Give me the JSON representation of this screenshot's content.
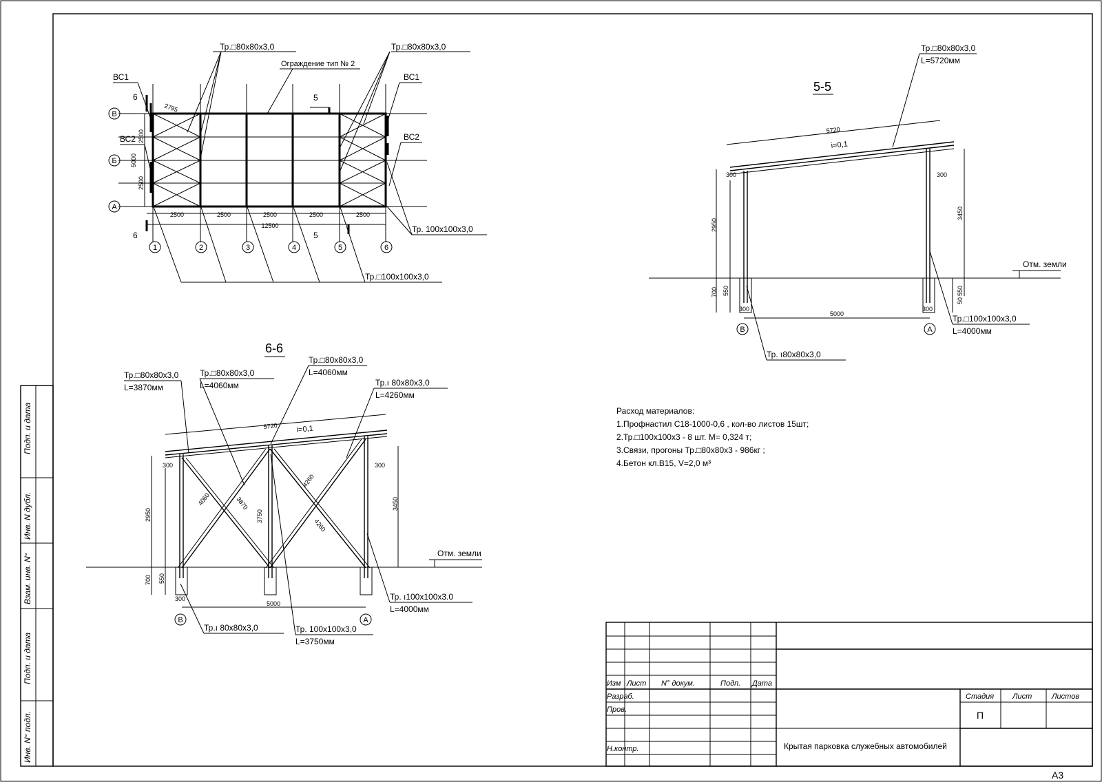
{
  "plan": {
    "axes_rows": [
      "В",
      "Б",
      "А"
    ],
    "axes_cols": [
      "1",
      "2",
      "3",
      "4",
      "5",
      "6"
    ],
    "row_dims": [
      "2500",
      "5000",
      "2500"
    ],
    "col_dims": [
      "2500",
      "2500",
      "2500",
      "2500",
      "2500"
    ],
    "total_dim": "12500",
    "diag_dim": "2795",
    "labels": {
      "tube_80_left": "Тр.□80х80х3,0",
      "tube_80_right": "Тр.□80х80х3,0",
      "fence": "Ограждение тип № 2",
      "vs1_left": "ВС1",
      "vs1_right": "ВС1",
      "vs2_left": "ВС2",
      "vs2_right": "ВС2",
      "tube_100_right": "Тр.  100х100х3,0",
      "tube_100_bottom": "Тр.□100х100х3,0"
    },
    "section_marks": {
      "s6_top": "6",
      "s6_bottom": "6",
      "s5_top": "5",
      "s5_bottom": "5"
    }
  },
  "section55": {
    "title": "5-5",
    "tube_top": "Тр.□80х80х3,0",
    "tube_top_len": "L=5720мм",
    "span_len": "5720",
    "slope": "i=0,1",
    "dim_300_left": "300",
    "dim_300_right": "300",
    "dim_2950": "2950",
    "dim_3450": "3450",
    "dim_700": "700",
    "dim_550_left": "550",
    "dim_550_right": "550",
    "dim_50": "50",
    "dim_300_base_left": "300",
    "dim_300_base_right": "300",
    "dim_5000": "5000",
    "ground": "Отм. земли",
    "axis_left": "В",
    "axis_right": "А",
    "tube_col": "Тр.□100х100х3,0",
    "tube_col_len": "L=4000мм",
    "tube_brace": "Тр. ı80х80х3,0"
  },
  "section66": {
    "title": "6-6",
    "tube_a": "Тр.□80х80х3,0",
    "tube_a_len": "L=3870мм",
    "tube_b": "Тр.□80х80х3,0",
    "tube_b_len": "L=4060мм",
    "tube_c": "Тр.□80х80х3,0",
    "tube_c_len": "L=4060мм",
    "tube_d": "Тр.ı 80х80х3,0",
    "tube_d_len": "L=4260мм",
    "span_len": "5720",
    "slope": "i=0,1",
    "dim_300_left": "300",
    "dim_300_right": "300",
    "dim_2950": "2950",
    "dim_3450": "3450",
    "dim_3750": "3750",
    "dim_4060": "4060",
    "dim_3870": "3870",
    "dim_4260": "4260",
    "dim_4260b": "4260",
    "dim_700": "700",
    "dim_550": "550",
    "dim_300_base": "300",
    "dim_5000": "5000",
    "ground": "Отм. земли",
    "axis_left": "В",
    "axis_right": "А",
    "tube_col_right": "Тр. ı100х100х3.0",
    "tube_col_right_len": "L=4000мм",
    "tube_bottom_left": "Тр.ı 80х80х3,0",
    "tube_bottom_mid": "Тр.  100х100х3,0",
    "tube_bottom_mid_len": "L=3750мм"
  },
  "materials": {
    "title": "Расход материалов:",
    "items": [
      "1.Профнастил С18-1000-0,6 , кол-во листов 15шт;",
      "2.Тр.□100х100х3 - 8 шт. М= 0,324 т;",
      "3.Связи, прогоны Тр.□80х80х3 - 986кг ;",
      "4.Бетон кл.В15, V=2,0 м³"
    ]
  },
  "stamp": {
    "headers": [
      "Изм",
      "Лист",
      "N° докум.",
      "Подп.",
      "Дата"
    ],
    "roles": [
      "Разраб.",
      "Пров.",
      "Н.контр."
    ],
    "stage_header": "Стадия",
    "sheet_header": "Лист",
    "sheets_header": "Листов",
    "stage_value": "П",
    "project_title": "Крытая парковка служебных автомобилей",
    "format": "А3"
  },
  "sidebar": {
    "fields": [
      "Подп. и дата",
      "Инв. N дубл.",
      "Взам. инв. N°",
      "Подп. и дата",
      "Инв. N° подл."
    ]
  }
}
